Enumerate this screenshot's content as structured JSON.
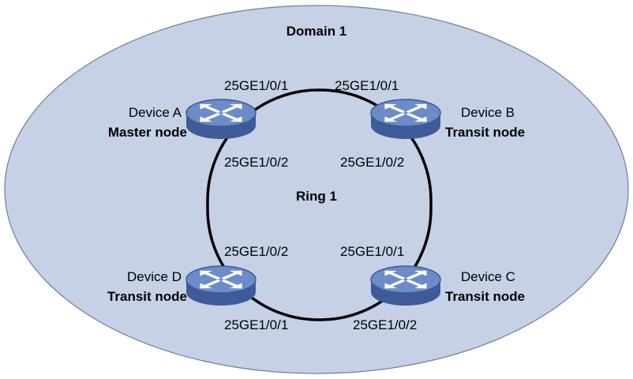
{
  "domain": {
    "label": "Domain 1",
    "fill": "#c6d1e6",
    "stroke": "#6e7f9b"
  },
  "ring": {
    "label": "Ring 1",
    "color": "#000000"
  },
  "devices": [
    {
      "id": "a",
      "name": "Device A",
      "role": "Master node",
      "port_top": "25GE1/0/1",
      "port_bottom": "25GE1/0/2"
    },
    {
      "id": "b",
      "name": "Device B",
      "role": "Transit node",
      "port_top": "25GE1/0/1",
      "port_bottom": "25GE1/0/2"
    },
    {
      "id": "c",
      "name": "Device C",
      "role": "Transit node",
      "port_top": "25GE1/0/1",
      "port_bottom": "25GE1/0/2"
    },
    {
      "id": "d",
      "name": "Device D",
      "role": "Transit node",
      "port_top": "25GE1/0/2",
      "port_bottom": "25GE1/0/1"
    }
  ],
  "switch_icon": {
    "name": "switch-icon",
    "top_color": "#6b8bc9",
    "side_color": "#3e5a97",
    "arrow_color": "#ffffff"
  }
}
